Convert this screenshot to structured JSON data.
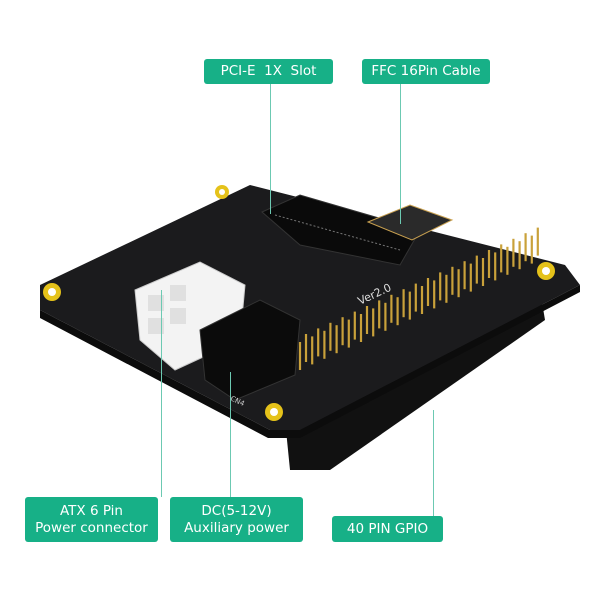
{
  "callouts": {
    "pcie": "PCI-E  1X  Slot",
    "ffc": "FFC 16Pin Cable",
    "atx_line1": "ATX 6 Pin",
    "atx_line2": "Power connector",
    "dc_line1": "DC(5-12V)",
    "dc_line2": "Auxiliary power",
    "gpio": "40 PIN GPIO"
  },
  "board": {
    "silkscreen_version": "Ver2.0",
    "connector_label": "CN4"
  },
  "colors": {
    "callout_bg": "#17b087",
    "callout_text": "#ffffff",
    "pcb": "#1b1b1d",
    "mounting_hole": "#e5c21a",
    "gpio_pins": "#c9a13a"
  }
}
